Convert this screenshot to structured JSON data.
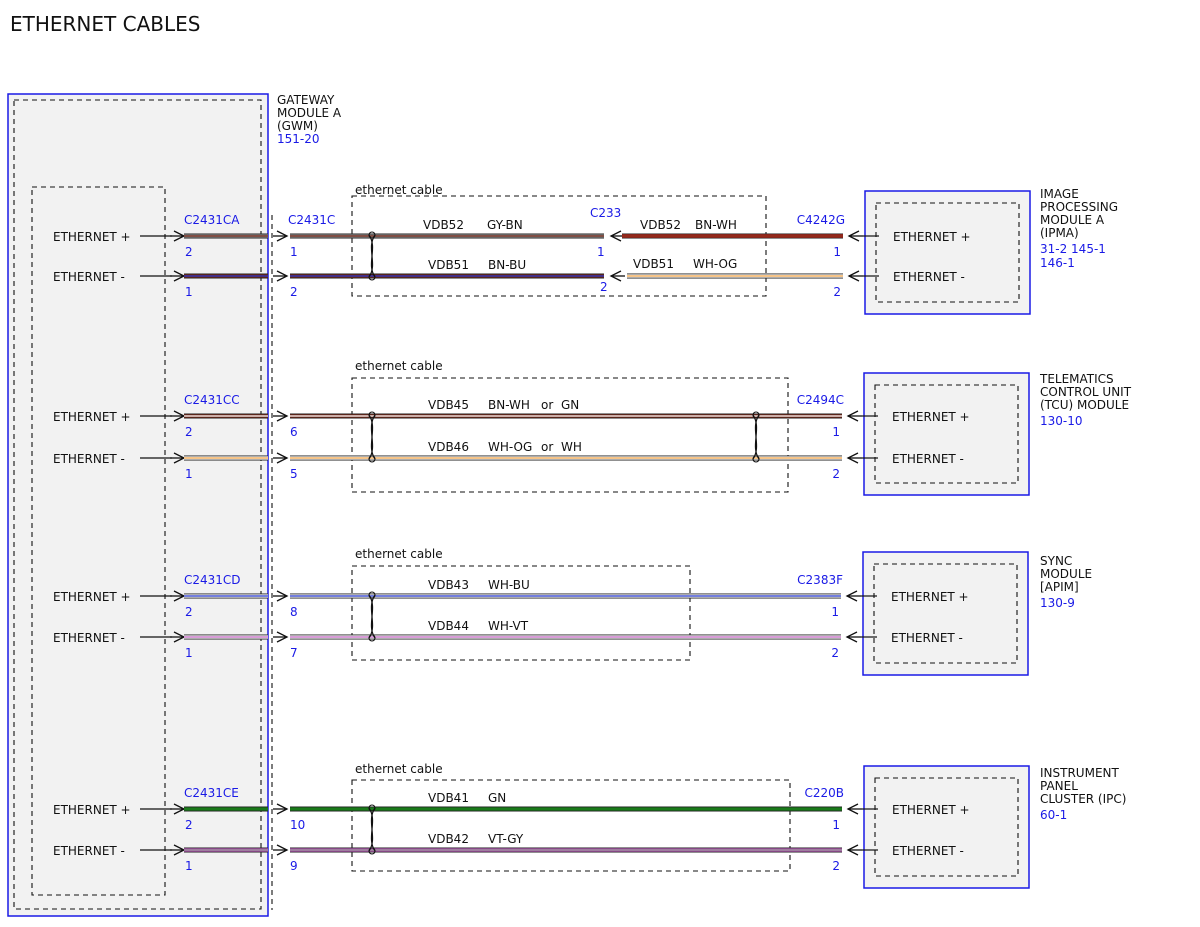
{
  "title": "ETHERNET CABLES",
  "colors": {
    "module_border": "#1a1ae6",
    "label_blue": "#1a1ae6",
    "box_fill": "#f2f2f2",
    "BN": "#7a2a1a",
    "GY": "#8c8c8c",
    "BU": "#2233cc",
    "WH": "#ffffff",
    "OG": "#f0a040",
    "GN": "#1a7a1a",
    "VT": "#c060c0",
    "RD": "#c0281c"
  },
  "gateway": {
    "name_lines": [
      "GATEWAY",
      "MODULE A",
      "(GWM)"
    ],
    "ref": "151-20"
  },
  "cable_label": "ethernet cable",
  "pin_labels": {
    "plus": "ETHERNET +",
    "minus": "ETHERNET -"
  },
  "groups": [
    {
      "module_lines": [
        "IMAGE",
        "PROCESSING",
        "MODULE A",
        "(IPMA)"
      ],
      "module_refs": [
        "31-2  145-1",
        "146-1"
      ],
      "gwm_connector": "C2431CA",
      "gwm_pins": [
        "2",
        "1"
      ],
      "inline_connector": "C2431C",
      "inline_pins": [
        "1",
        "2"
      ],
      "mid_connector": "C233",
      "mid_pins": [
        "1",
        "2"
      ],
      "module_connector": "C4242G",
      "module_pins": [
        "1",
        "2"
      ],
      "wires": [
        {
          "circuit": "VDB52",
          "color": "GY-BN",
          "circuit2": "VDB52",
          "color2": "BN-WH"
        },
        {
          "circuit": "VDB51",
          "color": "BN-BU",
          "circuit2": "VDB51",
          "color2": "WH-OG"
        }
      ]
    },
    {
      "module_lines": [
        "TELEMATICS",
        "CONTROL UNIT",
        "(TCU) MODULE"
      ],
      "module_refs": [
        "130-10"
      ],
      "gwm_connector": "C2431CC",
      "gwm_pins": [
        "2",
        "1"
      ],
      "inline_pins": [
        "6",
        "5"
      ],
      "module_connector": "C2494C",
      "module_pins": [
        "1",
        "2"
      ],
      "wires": [
        {
          "circuit": "VDB45",
          "color": "BN-WH",
          "alt": "or",
          "alt_color": "GN"
        },
        {
          "circuit": "VDB46",
          "color": "WH-OG",
          "alt": "or",
          "alt_color": "WH"
        }
      ]
    },
    {
      "module_lines": [
        "SYNC",
        "MODULE",
        "[APIM]"
      ],
      "module_refs": [
        "130-9"
      ],
      "gwm_connector": "C2431CD",
      "gwm_pins": [
        "2",
        "1"
      ],
      "inline_pins": [
        "8",
        "7"
      ],
      "module_connector": "C2383F",
      "module_pins": [
        "1",
        "2"
      ],
      "wires": [
        {
          "circuit": "VDB43",
          "color": "WH-BU"
        },
        {
          "circuit": "VDB44",
          "color": "WH-VT"
        }
      ]
    },
    {
      "module_lines": [
        "INSTRUMENT",
        "PANEL",
        "CLUSTER (IPC)"
      ],
      "module_refs": [
        "60-1"
      ],
      "gwm_connector": "C2431CE",
      "gwm_pins": [
        "2",
        "1"
      ],
      "inline_pins": [
        "10",
        "9"
      ],
      "module_connector": "C220B",
      "module_pins": [
        "1",
        "2"
      ],
      "wires": [
        {
          "circuit": "VDB41",
          "color": "GN"
        },
        {
          "circuit": "VDB42",
          "color": "VT-GY"
        }
      ]
    }
  ]
}
